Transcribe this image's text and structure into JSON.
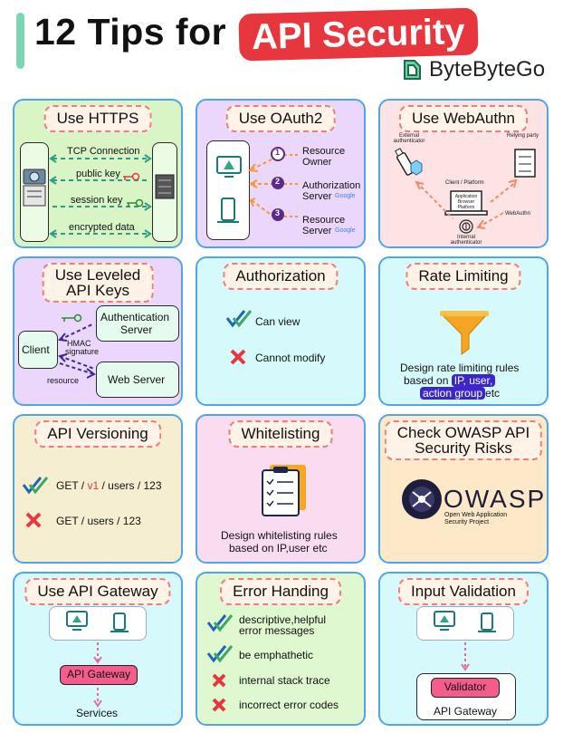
{
  "title": {
    "main": "12 Tips for",
    "highlight": "API Security"
  },
  "brand": {
    "name": "ByteByteGo"
  },
  "cards": {
    "https": {
      "title": "Use HTTPS",
      "arrows": [
        "TCP Connection",
        "public key",
        "session key",
        "encrypted data"
      ]
    },
    "oauth": {
      "title": "Use OAuth2",
      "steps": [
        "1",
        "2",
        "3"
      ],
      "owner": "Resource Owner",
      "auth_server_a": "Authorization",
      "auth_server_b": "Server",
      "res_server_a": "Resource",
      "res_server_b": "Server",
      "google": "Google"
    },
    "webauthn": {
      "title": "Use WebAuthn",
      "external": "External authenticator",
      "relying": "Relying party",
      "client": "Client / Platform",
      "app": "Application Browser Platform",
      "webauthn": "WebAuthn",
      "internal": "Internal authenticator"
    },
    "leveled": {
      "title_a": "Use Leveled",
      "title_b": "API Keys",
      "client": "Client",
      "auth_a": "Authentication",
      "auth_b": "Server",
      "web": "Web Server",
      "hmac_a": "HMAC",
      "hmac_b": "signature",
      "resource": "resource"
    },
    "authorization": {
      "title": "Authorization",
      "can": "Can view",
      "cannot": "Cannot modify"
    },
    "rate": {
      "title": "Rate Limiting",
      "line1": "Design rate limiting rules",
      "line2_pre": "based on",
      "hl1": "IP, user,",
      "hl2": "action group",
      "line3_post": "etc"
    },
    "versioning": {
      "title": "API Versioning",
      "good_pre": "GET / ",
      "good_ver": "v1",
      "good_post": " / users / 123",
      "bad": "GET / users / 123"
    },
    "whitelisting": {
      "title": "Whitelisting",
      "line1": "Design whitelisting rules",
      "line2": "based on IP,user etc"
    },
    "owasp": {
      "title_a": "Check OWASP API",
      "title_b": "Security Risks",
      "logo": "OWASP",
      "sub_a": "Open Web Application",
      "sub_b": "Security Project"
    },
    "gateway": {
      "title": "Use API Gateway",
      "gateway": "API Gateway",
      "services": "Services"
    },
    "errors": {
      "title": "Error Handing",
      "items": [
        "descriptive,helpful",
        "error messages",
        "be emphathetic",
        "internal stack trace",
        "incorrect error codes"
      ]
    },
    "validation": {
      "title": "Input Validation",
      "validator": "Validator",
      "gateway": "API Gateway"
    }
  },
  "colors": {
    "green_bg": "#d9f5c6",
    "purple_bg": "#ead7fb",
    "pink_bg": "#fde3e3",
    "yellow_bg": "#f5eed1",
    "cyan_bg": "#d6fafb",
    "border": "#4ea6e8",
    "red": "#e8363f"
  },
  "icons": [
    "desktop-icon",
    "server-icon",
    "phone-icon",
    "key-icon",
    "google-icon",
    "usb-key-icon",
    "fingerprint-icon",
    "funnel-icon",
    "clipboard-icon",
    "check-icon",
    "cross-icon",
    "owasp-wasp-icon",
    "bytebytego-logo-icon"
  ]
}
